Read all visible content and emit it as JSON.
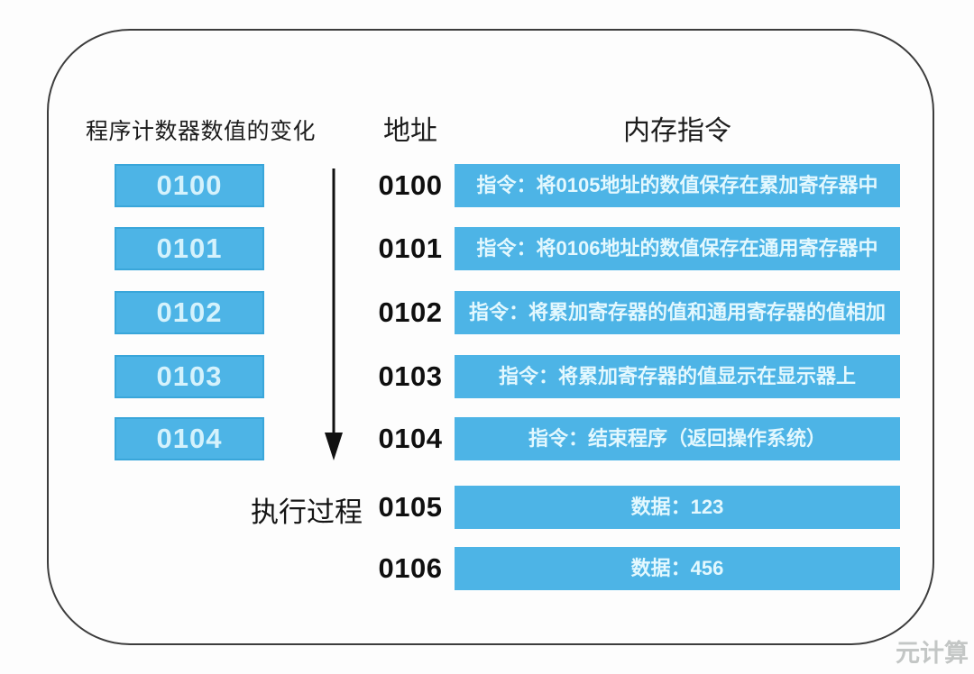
{
  "diagram": {
    "left_header": "程序计数器数值的变化",
    "address_header": "地址",
    "memory_header": "内存指令",
    "arrow_label": "执行过程",
    "watermark": "元计算",
    "pc_boxes": [
      "0100",
      "0101",
      "0102",
      "0103",
      "0104"
    ],
    "rows": [
      {
        "address": "0100",
        "content": "指令：将0105地址的数值保存在累加寄存器中"
      },
      {
        "address": "0101",
        "content": "指令：将0106地址的数值保存在通用寄存器中"
      },
      {
        "address": "0102",
        "content": "指令：将累加寄存器的值和通用寄存器的值相加"
      },
      {
        "address": "0103",
        "content": "指令：将累加寄存器的值显示在显示器上"
      },
      {
        "address": "0104",
        "content": "指令：结束程序（返回操作系统）"
      },
      {
        "address": "0105",
        "content": "数据：123"
      },
      {
        "address": "0106",
        "content": "数据：456"
      }
    ],
    "colors": {
      "box_blue": "#4db4e6",
      "box_text_light": "#e3f8fe",
      "frame_border": "#3d3d3d",
      "watermark_gray": "#c3c6c5"
    }
  }
}
